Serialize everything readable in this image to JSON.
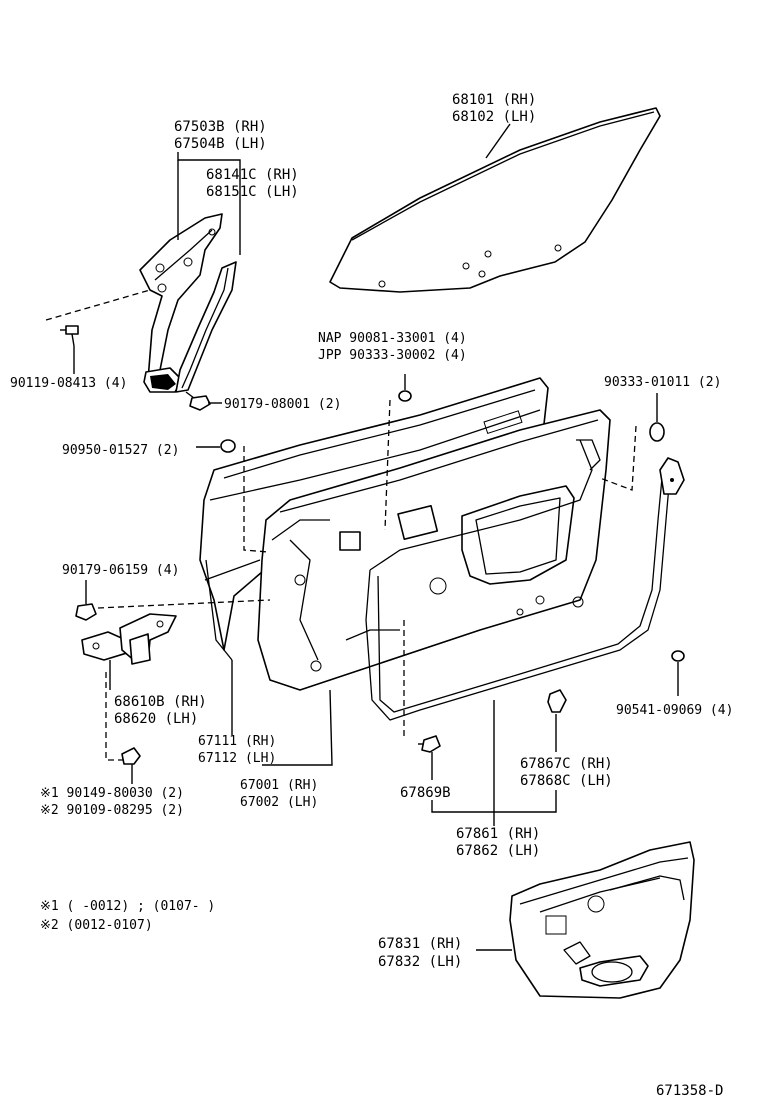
{
  "labels": {
    "glass": [
      "68101 (RH)",
      "68102 (LH)"
    ],
    "hinge_upper": [
      "67503B (RH)",
      "67504B (LH)"
    ],
    "weatherstrip_a": [
      "68141C (RH)",
      "68151C (LH)"
    ],
    "bolt_a": "90119-08413 (4)",
    "screw_a": "90179-08001 (2)",
    "plug_nap": "NAP 90081-33001 (4)",
    "plug_jpp": "JPP 90333-30002 (4)",
    "plug_b": "90333-01011 (2)",
    "plug_c": "90950-01527 (2)",
    "nut_a": "90179-06159 (4)",
    "hinge_lower": [
      "68610B (RH)",
      "68620  (LH)"
    ],
    "panel_a": [
      "67111 (RH)",
      "67112 (LH)"
    ],
    "door_assy": [
      "67001 (RH)",
      "67002 (LH)"
    ],
    "clip_a": "67869B",
    "clip_b": [
      "67867C (RH)",
      "67868C (LH)"
    ],
    "weatherstrip_b": [
      "67861 (RH)",
      "67862 (LH)"
    ],
    "clip_c": "90541-09069 (4)",
    "bolt_note1": "※1  90149-80030 (2)",
    "bolt_note2": "※2  90109-08295 (2)",
    "note1": "※1 (      -0012) ; (0107-      )",
    "note2": "※2 (0012-0107)",
    "trim": [
      "67831 (RH)",
      "67832 (LH)"
    ],
    "diagram_id": "671358-D"
  }
}
